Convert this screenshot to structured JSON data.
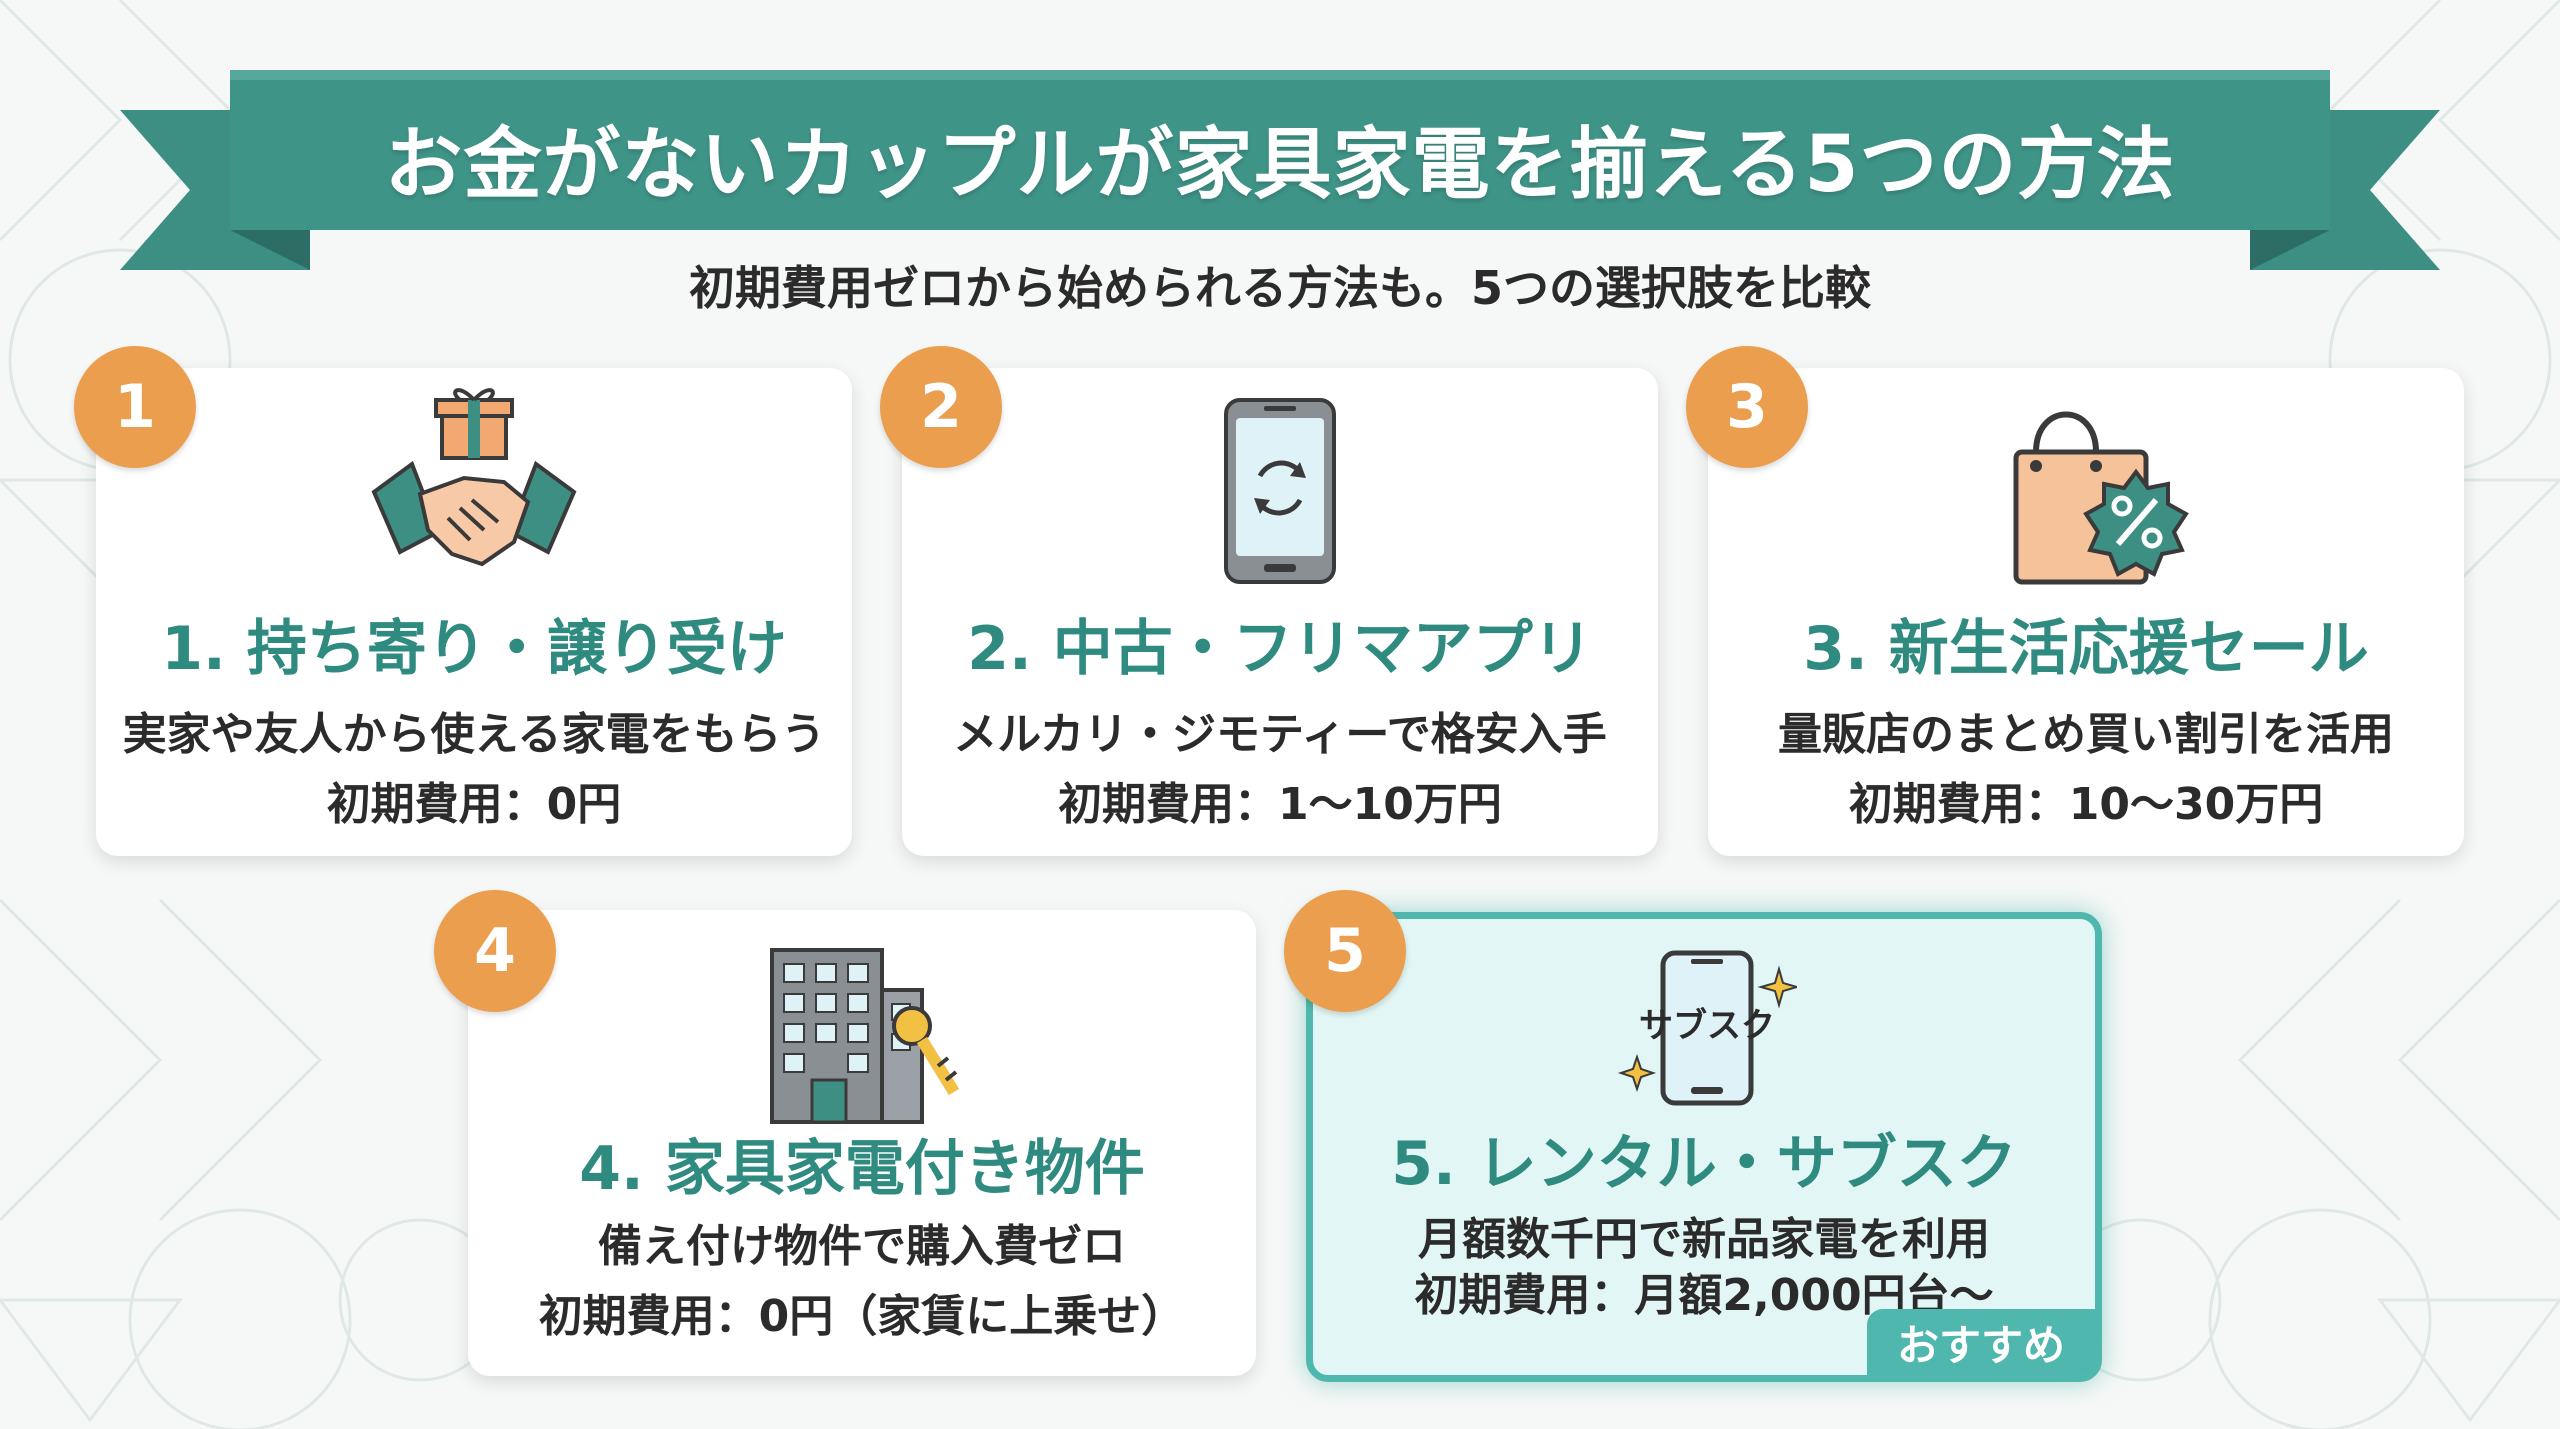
{
  "header": {
    "title": "お金がないカップルが家具家電を揃える5つの方法",
    "subtitle": "初期費用ゼロから始められる方法も。5つの選択肢を比較"
  },
  "colors": {
    "ribbon": "#3d8f84",
    "ribbon_dark": "#2c6e65",
    "accent_title": "#2f8a80",
    "badge": "#eb9e4e",
    "featured_bg": "#e2f6f5",
    "featured_border": "#4fb7ad"
  },
  "methods": [
    {
      "number": "1",
      "title": "1. 持ち寄り・譲り受け",
      "desc": "実家や友人から使える家電をもらう",
      "cost": "初期費用：0円",
      "icon": "handshake-gift-icon"
    },
    {
      "number": "2",
      "title": "2. 中古・フリマアプリ",
      "desc": "メルカリ・ジモティーで格安入手",
      "cost": "初期費用：1〜10万円",
      "icon": "smartphone-recycle-icon"
    },
    {
      "number": "3",
      "title": "3. 新生活応援セール",
      "desc": "量販店のまとめ買い割引を活用",
      "cost": "初期費用：10〜30万円",
      "icon": "shopping-bag-discount-icon"
    },
    {
      "number": "4",
      "title": "4. 家具家電付き物件",
      "desc": "備え付け物件で購入費ゼロ",
      "cost": "初期費用：0円（家賃に上乗せ）",
      "icon": "building-key-icon"
    },
    {
      "number": "5",
      "title": "5. レンタル・サブスク",
      "desc": "月額数千円で新品家電を利用",
      "cost": "初期費用：月額2,000円台〜",
      "icon": "smartphone-subscription-icon",
      "icon_text": "サブスク",
      "tag": "おすすめ"
    }
  ]
}
